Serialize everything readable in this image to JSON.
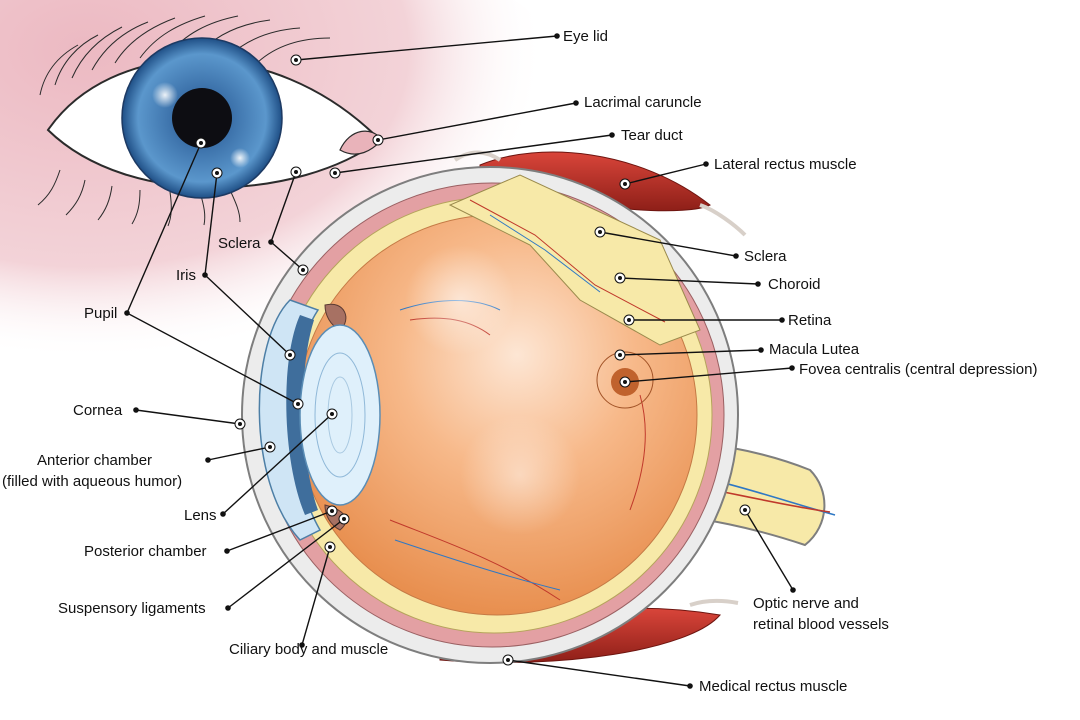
{
  "labels": {
    "eye_lid": "Eye lid",
    "lacrimal_caruncle": "Lacrimal caruncle",
    "tear_duct": "Tear duct",
    "lateral_rectus": "Lateral rectus muscle",
    "sclera_top": "Sclera",
    "sclera_right": "Sclera",
    "choroid": "Choroid",
    "iris": "Iris",
    "retina": "Retina",
    "pupil": "Pupil",
    "macula_lutea": "Macula Lutea",
    "fovea_centralis": "Fovea centralis (central depression)",
    "cornea": "Cornea",
    "anterior_chamber_1": "Anterior chamber",
    "anterior_chamber_2": "(filled with aqueous humor)",
    "lens": "Lens",
    "posterior_chamber": "Posterior chamber",
    "suspensory_ligaments": "Suspensory ligaments",
    "ciliary_body": "Ciliary body and muscle",
    "optic_nerve_1": "Optic nerve and",
    "optic_nerve_2": "retinal blood vessels",
    "medical_rectus": "Medical rectus muscle"
  },
  "colors": {
    "skin": "#f0c9cf",
    "iris": "#3f7fbf",
    "sclera_white": "#ffffff",
    "eyeball_interior": "#f2a56a",
    "retina_yellow": "#f7e9a8",
    "choroid_pink": "#e3a0a3",
    "muscle_red": "#b92b22",
    "cornea_blue": "#cfe5f5",
    "fovea": "#c0622d",
    "vessel_red": "#c0392b",
    "vessel_blue": "#2f78c4"
  },
  "icons": [
    "outer-eye-illustration",
    "eyeball-cross-section-illustration"
  ]
}
